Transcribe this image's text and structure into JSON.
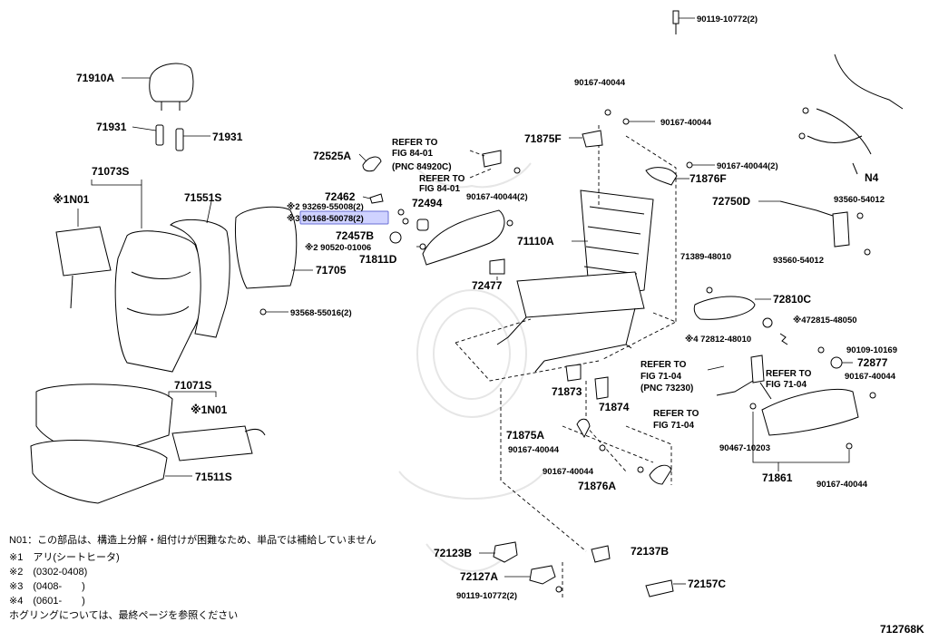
{
  "diagram_id": "712768K",
  "labels": {
    "p71910A": "71910A",
    "p71931a": "71931",
    "p71931b": "71931",
    "p71073S": "71073S",
    "n1n01a": "※1N01",
    "p71551S": "71551S",
    "p71705": "71705",
    "p93568": "93568-55016(2)",
    "p72525A": "72525A",
    "ref1a": "REFER TO",
    "ref1b": "FIG 84-01",
    "ref1c": "(PNC 84920C)",
    "ref2a": "REFER TO",
    "ref2b": "FIG 84-01",
    "p72462": "72462",
    "p72494": "72494",
    "p93269": "※2 93269-55008(2)",
    "p90168": "※3 90168-50078(2)",
    "p72457B": "72457B",
    "p90520": "※2 90520-01006",
    "p71811D": "71811D",
    "p72477": "72477",
    "p90167_44044a": "90167-40044(2)",
    "p71875F": "71875F",
    "p90167a": "90167-40044",
    "p90167b": "90167-40044",
    "p90119top": "90119-10772(2)",
    "p90167c": "90167-40044(2)",
    "p71876F": "71876F",
    "p71110A": "71110A",
    "p72750D": "72750D",
    "p93560a": "93560-54012",
    "p93560b": "93560-54012",
    "pN4": "N4",
    "p71389": "71389-48010",
    "p72810C": "72810C",
    "p472815": "※472815-48050",
    "p472812": "※4 72812-48010",
    "p90109": "90109-10169",
    "p72877": "72877",
    "ref3a": "REFER TO",
    "ref3b": "FIG 71-04",
    "ref3c": "(PNC 73230)",
    "ref4a": "REFER TO",
    "ref4b": "FIG 71-04",
    "ref5a": "REFER TO",
    "ref5b": "FIG 71-04",
    "p90167d": "90167-40044",
    "p71873": "71873",
    "p71874": "71874",
    "p71875A": "71875A",
    "p90167e": "90167-40044",
    "p90167f": "90167-40044",
    "p71876A": "71876A",
    "p90467": "90467-10203",
    "p71861": "71861",
    "p90167g": "90167-40044",
    "p71071S": "71071S",
    "n1n01b": "※1N01",
    "p71511S": "71511S",
    "p72123B": "72123B",
    "p72127A": "72127A",
    "p90119bot": "90119-10772(2)",
    "p72137B": "72137B",
    "p72157C": "72157C"
  },
  "notes": [
    "N01：この部品は、構造上分解・組付けが困難なため、単品では補給していません",
    "※1　アリ(シートヒータ)",
    "※2　(0302-0408)",
    "※3　(0408-　　)",
    "※4　(0601-　　)",
    "ホグリングについては、最終ページを参照ください"
  ],
  "highlighted_part": "90168-50078"
}
